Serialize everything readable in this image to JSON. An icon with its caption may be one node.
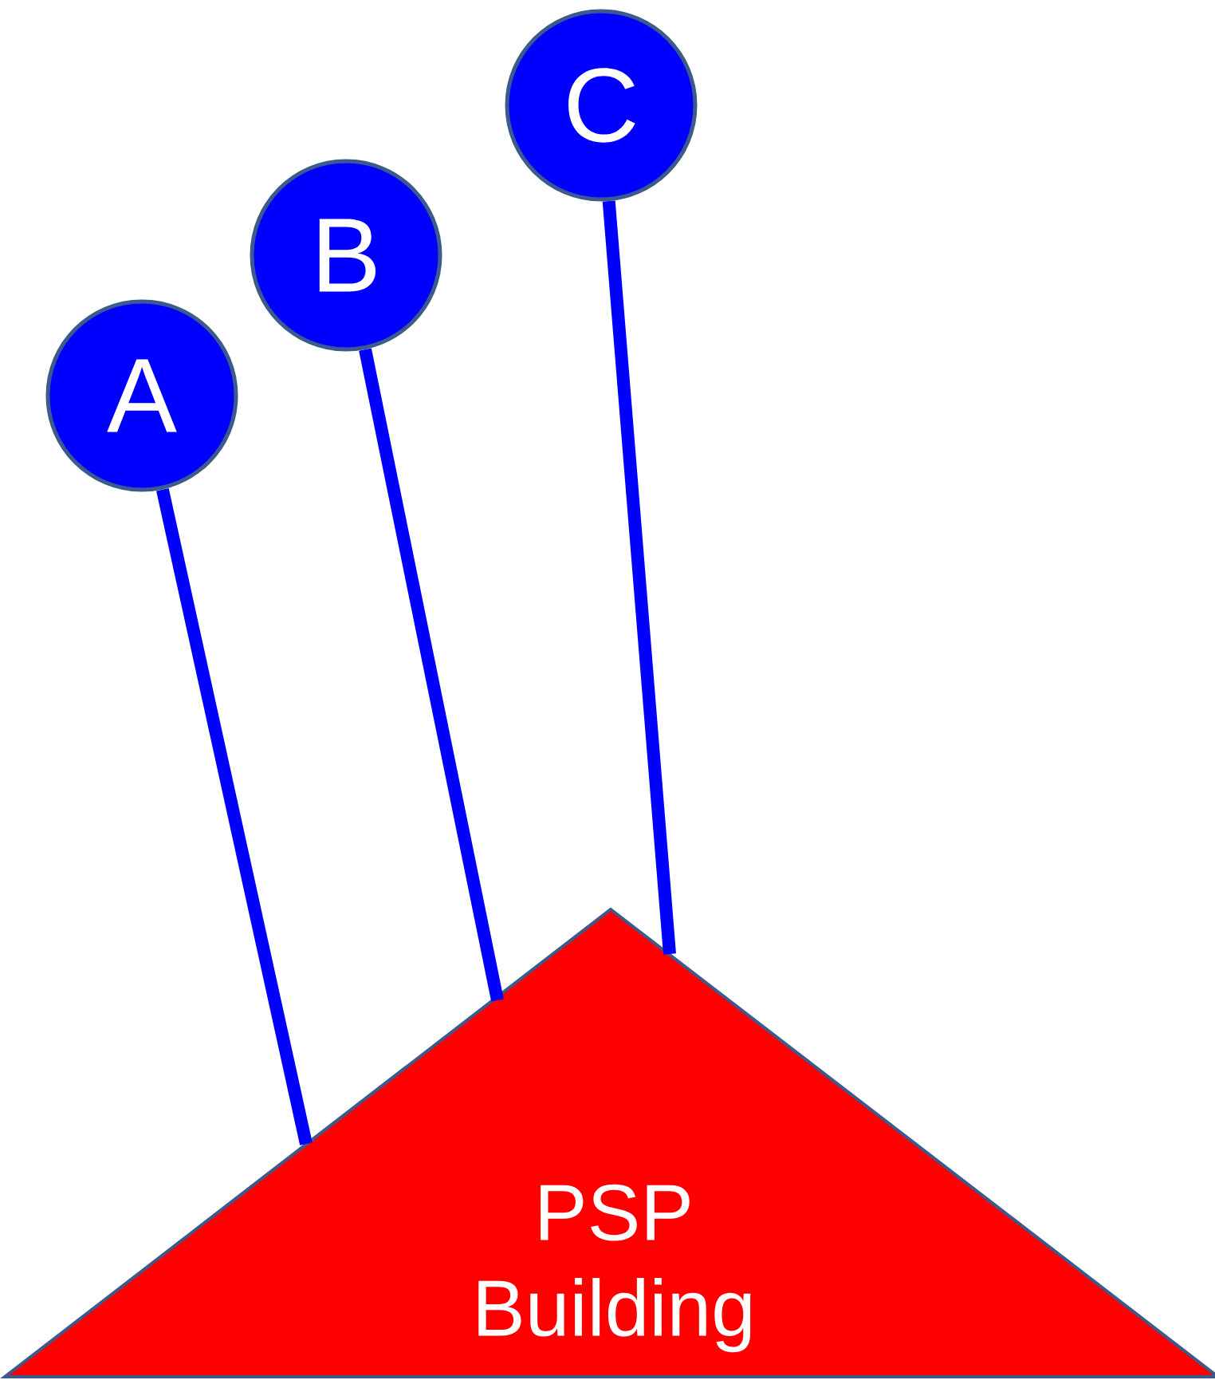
{
  "diagram": {
    "nodes": [
      {
        "text": [
          "A"
        ]
      },
      {
        "text": [
          "B"
        ]
      },
      {
        "text": [
          "C"
        ]
      },
      {
        "text": [
          "PSP Building"
        ]
      }
    ],
    "edges": [
      {
        "from": 0,
        "to": 3,
        "arrow": "none"
      },
      {
        "from": 1,
        "to": 3,
        "arrow": "none"
      },
      {
        "from": 2,
        "to": 3,
        "arrow": "none"
      }
    ]
  }
}
